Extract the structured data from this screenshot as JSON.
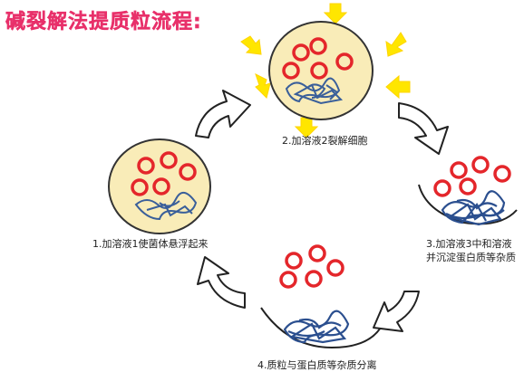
{
  "title": "碱裂解法提质粒流程:",
  "steps": {
    "step1": "1.加溶液1使菌体悬浮起来",
    "step2": "2.加溶液2裂解细胞",
    "step3_line1": "3.加溶液3中和溶液",
    "step3_line2": "并沉淀蛋白质等杂质",
    "step4": "4.质粒与蛋白质等杂质分离"
  },
  "colors": {
    "title": "#e8306a",
    "cell_fill": "#f9ecb8",
    "cell_stroke": "#333333",
    "plasmid": "#e4262b",
    "protein": "#3a5f9a",
    "arrow_fill": "#ffffff",
    "arrow_stroke": "#222222",
    "light_arrow": "#ffe600"
  },
  "icons": [
    "cycle-arrow-icon",
    "light-arrow-icon"
  ]
}
